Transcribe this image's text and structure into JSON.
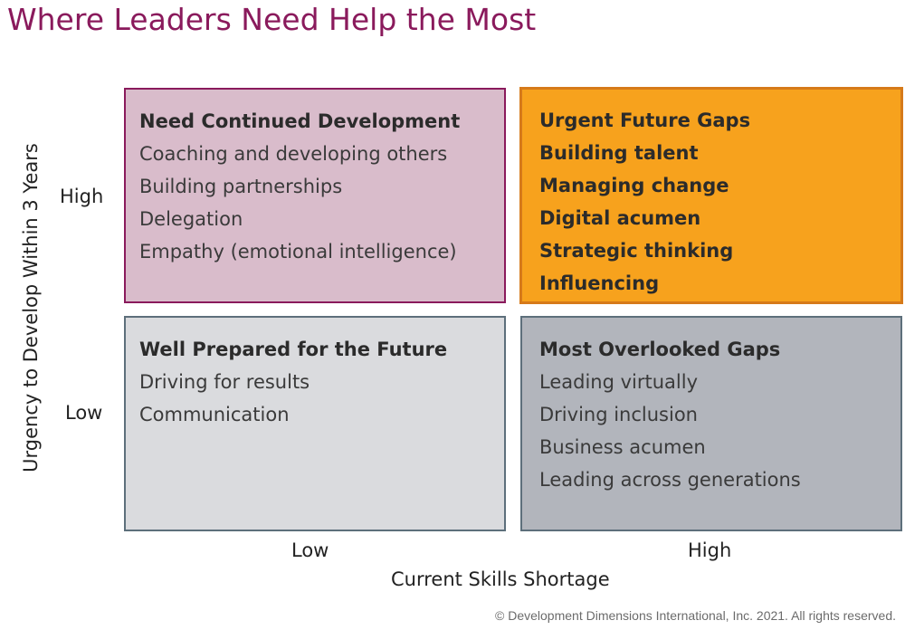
{
  "title": "Where Leaders Need Help the Most",
  "y_axis": {
    "label": "Urgency to Develop Within 3 Years",
    "high": "High",
    "low": "Low"
  },
  "x_axis": {
    "label": "Current Skills Shortage",
    "low": "Low",
    "high": "High"
  },
  "quadrants": {
    "top_left": {
      "heading": "Need Continued Development",
      "items": [
        "Coaching and developing others",
        "Building partnerships",
        "Delegation",
        "Empathy (emotional intelligence)"
      ],
      "color": "#d9bccb"
    },
    "top_right": {
      "heading": "Urgent Future Gaps",
      "items": [
        "Building talent",
        "Managing change",
        "Digital acumen",
        "Strategic thinking",
        "Influencing"
      ],
      "color": "#f7a21d"
    },
    "bottom_left": {
      "heading": "Well Prepared for the Future",
      "items": [
        "Driving for results",
        "Communication"
      ],
      "color": "#dadbde"
    },
    "bottom_right": {
      "heading": "Most Overlooked Gaps",
      "items": [
        "Leading virtually",
        "Driving inclusion",
        "Business acumen",
        "Leading across generations"
      ],
      "color": "#b2b5bc"
    }
  },
  "copyright": "© Development Dimensions International, Inc. 2021. All rights reserved.",
  "colors": {
    "title": "#8a1a5c",
    "accent_border": "#d67a1a"
  }
}
